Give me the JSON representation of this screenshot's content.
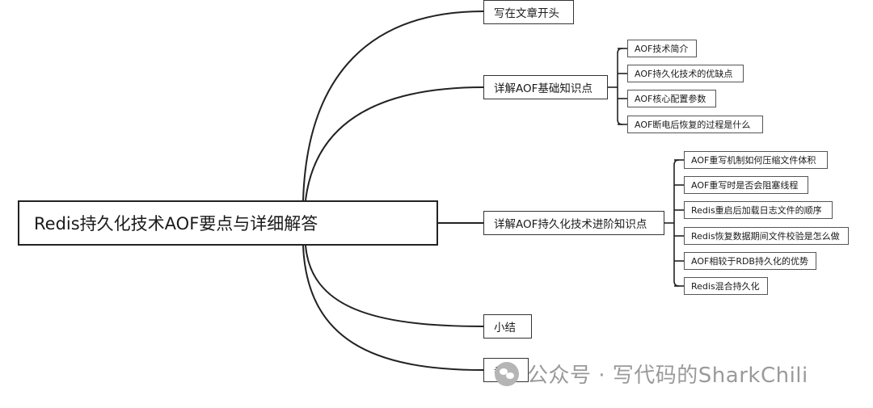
{
  "root": {
    "label": "Redis持久化技术AOF要点与详细解答"
  },
  "branches": [
    {
      "label": "写在文章开头",
      "children": []
    },
    {
      "label": "详解AOF基础知识点",
      "children": [
        "AOF技术简介",
        "AOF持久化技术的优缺点",
        "AOF核心配置参数",
        "AOF断电后恢复的过程是什么"
      ]
    },
    {
      "label": "详解AOF持久化技术进阶知识点",
      "children": [
        "AOF重写机制如何压缩文件体积",
        "AOF重写时是否会阻塞线程",
        "Redis重启后加载日志文件的顺序",
        "Redis恢复数据期间文件校验是怎么做",
        "AOF相较于RDB持久化的优势",
        "Redis混合持久化"
      ]
    },
    {
      "label": "小结",
      "children": []
    },
    {
      "label": "参考",
      "children": []
    }
  ],
  "watermark": {
    "text": "公众号 · 写代码的SharkChili",
    "icon": "wechat-icon"
  }
}
